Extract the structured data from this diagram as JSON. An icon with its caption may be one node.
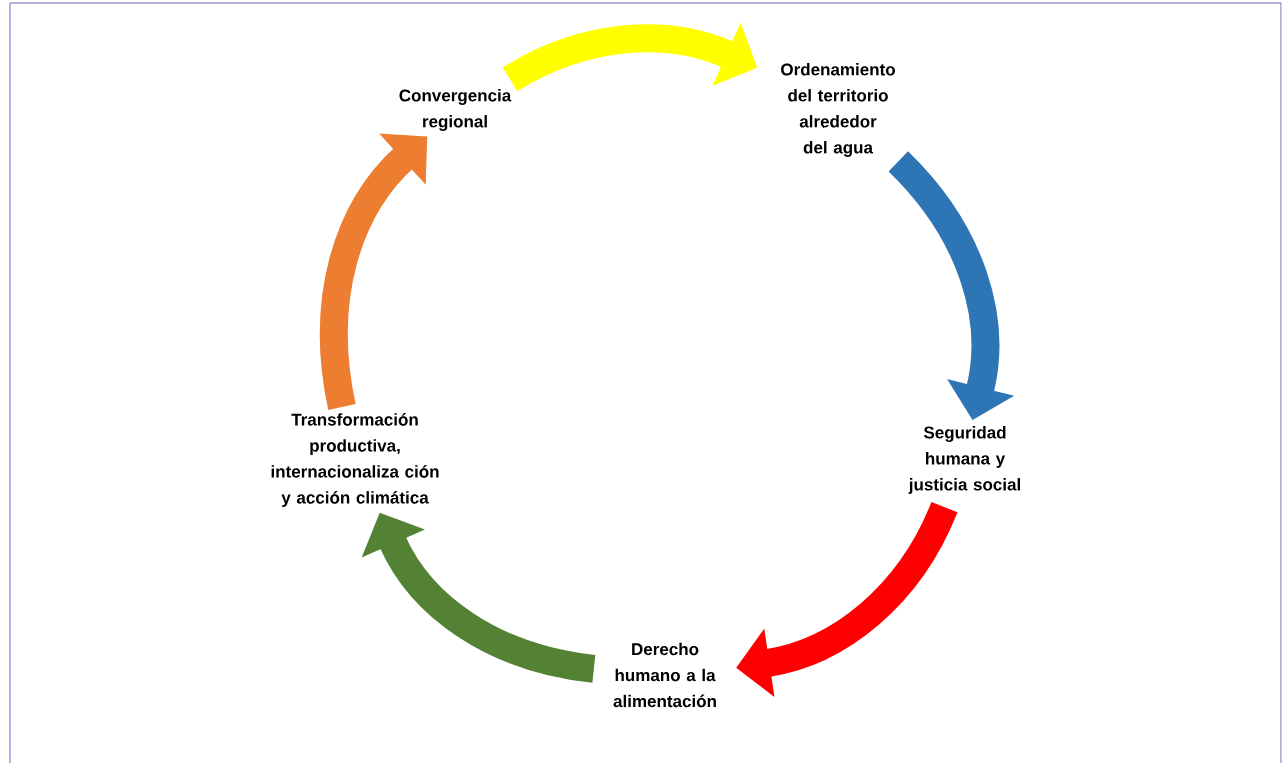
{
  "diagram": {
    "nodes": [
      {
        "text": [
          "Convergencia regional"
        ]
      },
      {
        "text": [
          "Ordenamiento del territorio alrededor del agua"
        ]
      },
      {
        "text": [
          "Seguridad humana y justicia social"
        ]
      },
      {
        "text": [
          "Derecho humano a la alimentación"
        ]
      },
      {
        "text": [
          "Transformación productiva, internacionaliza ción y acción climática"
        ]
      }
    ],
    "edges": [
      {
        "from": 0,
        "to": 1,
        "arrow": "to",
        "color": "#ffff00"
      },
      {
        "from": 1,
        "to": 2,
        "arrow": "to",
        "color": "#2e75b6"
      },
      {
        "from": 2,
        "to": 3,
        "arrow": "to",
        "color": "#ff0000"
      },
      {
        "from": 3,
        "to": 4,
        "arrow": "to",
        "color": "#548235"
      },
      {
        "from": 4,
        "to": 0,
        "arrow": "to",
        "color": "#ed7d31"
      }
    ]
  }
}
